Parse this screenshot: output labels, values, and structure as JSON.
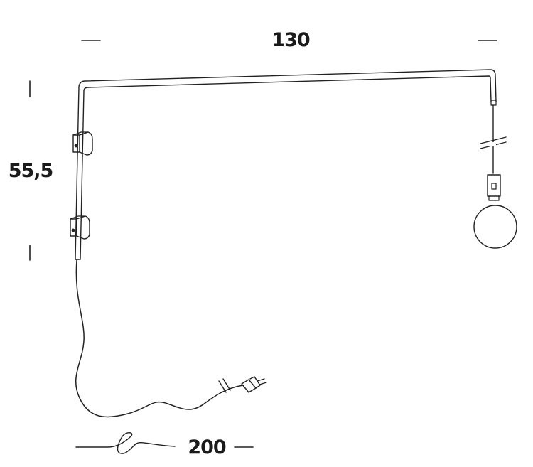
{
  "dimensions": {
    "width_label": "130",
    "height_label": "55,5",
    "cable_label": "200"
  },
  "colors": {
    "line": "#222222",
    "background": "#ffffff"
  }
}
